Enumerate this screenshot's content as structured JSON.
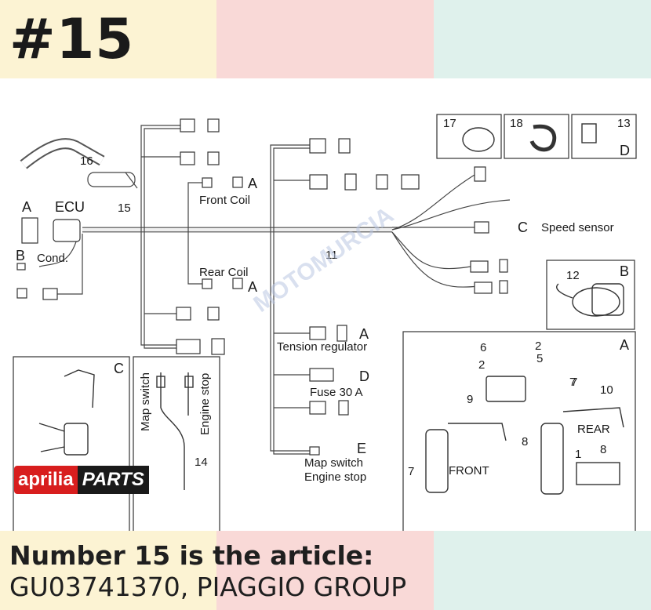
{
  "header": {
    "title": "#15"
  },
  "footer": {
    "line1": "Number 15 is the article:",
    "line2": "GU03741370, PIAGGIO GROUP"
  },
  "colors": {
    "band_yellow": "#fcf3d3",
    "band_pink": "#f9d9d7",
    "band_mint": "#dff1ec",
    "logo_red": "#d81e1e"
  },
  "logo": {
    "brand": "aprilia",
    "suffix": "PARTS"
  },
  "watermark": "MOTOMURCIA",
  "diagram": {
    "labels": {
      "n16": "16",
      "n15": "15",
      "a_left": "A",
      "ecu": "ECU",
      "b_left": "B",
      "cond": "Cond.",
      "front_coil_a": "A",
      "front_coil": "Front Coil",
      "rear_coil": "Rear Coil",
      "rear_coil_a": "A",
      "n11": "11",
      "c_speed": "C",
      "speed_sensor": "Speed sensor",
      "n17": "17",
      "n18": "18",
      "n13": "13",
      "d_box": "D",
      "n12": "12",
      "b_box": "B",
      "tension_a": "A",
      "tension_regulator": "Tension regulator",
      "fuse_d": "D",
      "fuse": "Fuse 30 A",
      "e_label": "E",
      "map_switch": "Map switch",
      "engine_stop": "Engine stop",
      "c_box": "C",
      "vert_map_switch": "Map switch",
      "vert_engine_stop": "Engine stop",
      "n14": "14",
      "a_box": "A",
      "n6": "6",
      "n2a": "2",
      "n2b": "2",
      "n5": "5",
      "n7a": "7",
      "n9": "9",
      "n8a": "8",
      "n7b": "7",
      "front": "FRONT",
      "n7c": "7",
      "n10": "10",
      "rear": "REAR",
      "n8b": "8",
      "n1": "1"
    }
  }
}
